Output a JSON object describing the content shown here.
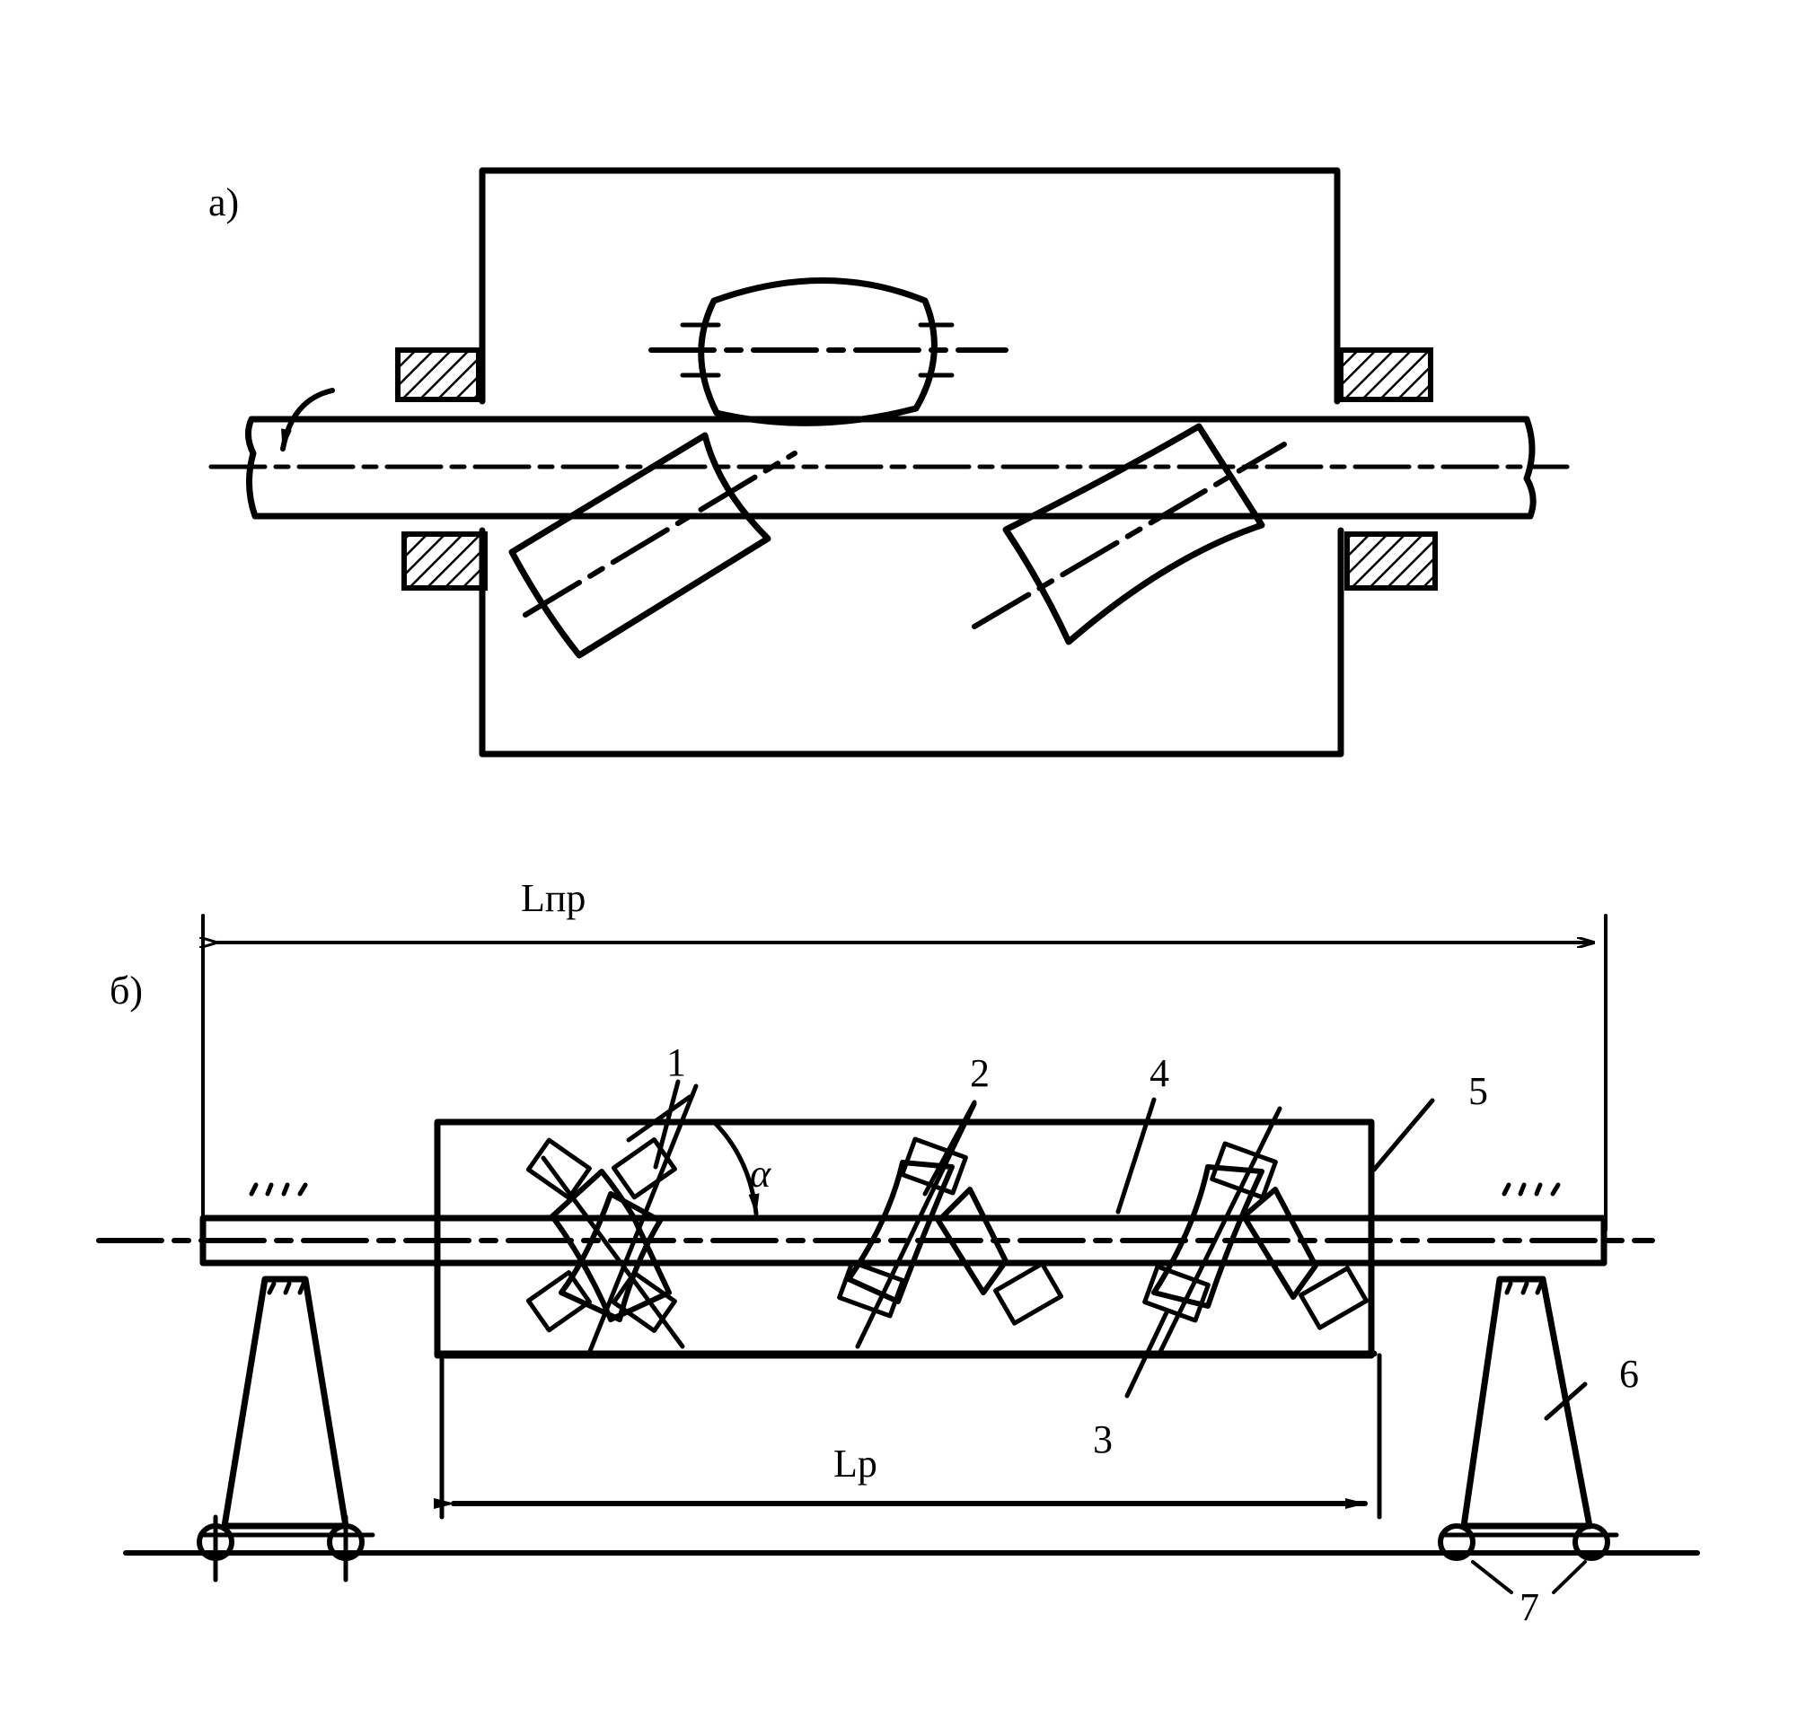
{
  "labels": {
    "fig_a": "а)",
    "fig_b": "б)",
    "dim_lnp": "Lпр",
    "dim_lp": "Lp",
    "alpha": "α",
    "callout_1": "1",
    "callout_2": "2",
    "callout_3": "3",
    "callout_4": "4",
    "callout_5": "5",
    "callout_6": "6",
    "callout_7": "7"
  },
  "colors": {
    "ink": "#000000",
    "paper": "#ffffff"
  }
}
